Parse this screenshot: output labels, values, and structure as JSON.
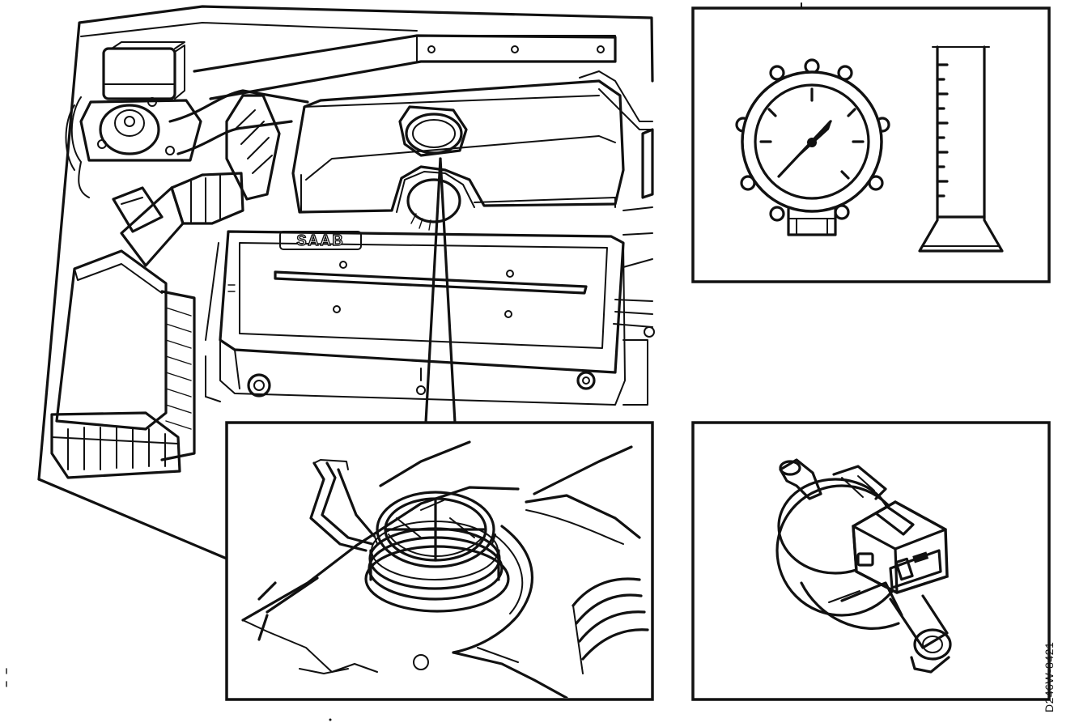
{
  "figure": {
    "drawing_code": "D246W-8421",
    "engine_cover_lettering": "SAAB",
    "ink_color": "#111111",
    "paper_color": "#ffffff"
  },
  "panels": {
    "engine_bay": {
      "icon": "engine-bay-overview"
    },
    "filler_detail": {
      "icon": "filler-neck-closeup"
    },
    "test_tools": {
      "icons": [
        "pressure-gauge-icon",
        "measuring-cylinder-icon"
      ]
    },
    "valve": {
      "icon": "valve-with-connector"
    }
  }
}
